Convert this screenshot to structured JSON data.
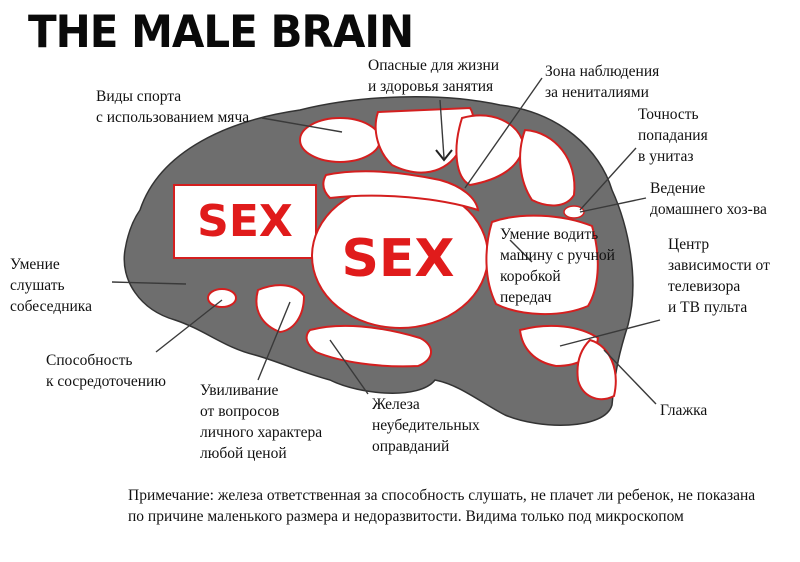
{
  "title": "THE MALE BRAIN",
  "regions": {
    "sex_small": "SEX",
    "sex_big": "SEX"
  },
  "labels": {
    "ball_sports": "Виды спорта\nс использованием мяча",
    "dangerous": "Опасные для жизни\nи здоровья занятия",
    "genital_zone": "Зона наблюдения\nза нениталиями",
    "toilet_aim": "Точность\nпопадания\nв унитаз",
    "housekeeping": "Ведение\nдомашнего хоз-ва",
    "manual_car": "Умение водить\nмашину с ручной\n коробкой\nпередач",
    "tv_center": "Центр\nзависимости от\nтелевизора\nи ТВ пульта",
    "listening": "Умение\nслушать\nсобеседника",
    "focus": "Способность\nк сосредоточению",
    "dodging": "Увиливание\nот вопросов\nличного характера\nлюбой ценой",
    "excuses": "Железа\nнеубедительных\nоправданий",
    "ironing": "Глажка"
  },
  "note": "Примечание: железа ответственная за способность слушать, не плачет ли ребенок, не показана по причине маленького размера и недоразвитости. Видима только под микроскопом",
  "colors": {
    "brain": "#6e6e6e",
    "region_fill": "#ffffff",
    "region_stroke": "#d41f1f",
    "sex_text": "#e01b1b",
    "leader_line": "#3a3a3a"
  }
}
